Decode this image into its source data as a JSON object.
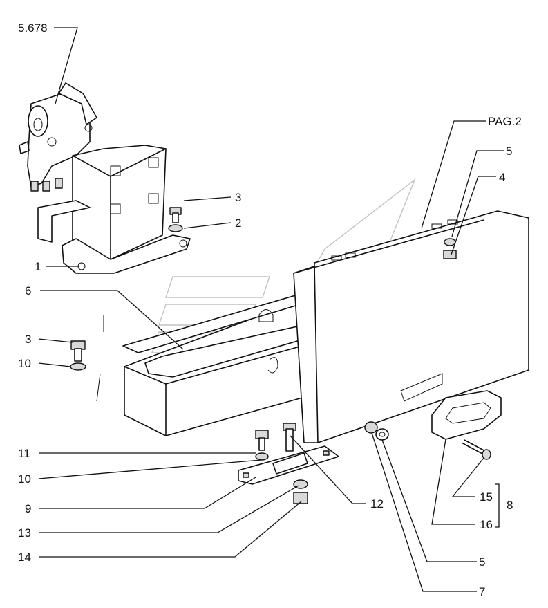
{
  "diagram": {
    "labels": {
      "ref_5678": "5.678",
      "pag2": "PAG.2",
      "l1": "1",
      "l2": "2",
      "l3a": "3",
      "l3b": "3",
      "l4": "4",
      "l5a": "5",
      "l5b": "5",
      "l6": "6",
      "l7": "7",
      "l8": "8",
      "l9": "9",
      "l10a": "10",
      "l10b": "10",
      "l11": "11",
      "l12": "12",
      "l13": "13",
      "l14": "14",
      "l15": "15",
      "l16": "16"
    }
  }
}
